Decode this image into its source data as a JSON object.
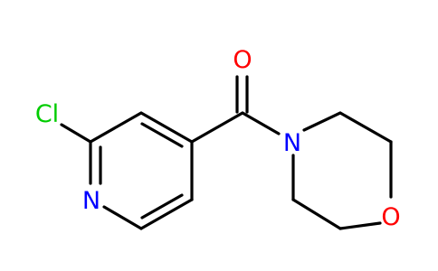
{
  "molecule": {
    "atoms": {
      "carbonyl_oxygen": {
        "symbol": "O",
        "color": "#ff0000"
      },
      "chlorine": {
        "symbol": "Cl",
        "color": "#00cc00"
      },
      "pyridine_nitrogen": {
        "symbol": "N",
        "color": "#0000ff"
      },
      "morpholine_nitrogen": {
        "symbol": "N",
        "color": "#0000ff"
      },
      "morpholine_oxygen": {
        "symbol": "O",
        "color": "#ff0000"
      }
    },
    "bond_color": "#000000"
  }
}
